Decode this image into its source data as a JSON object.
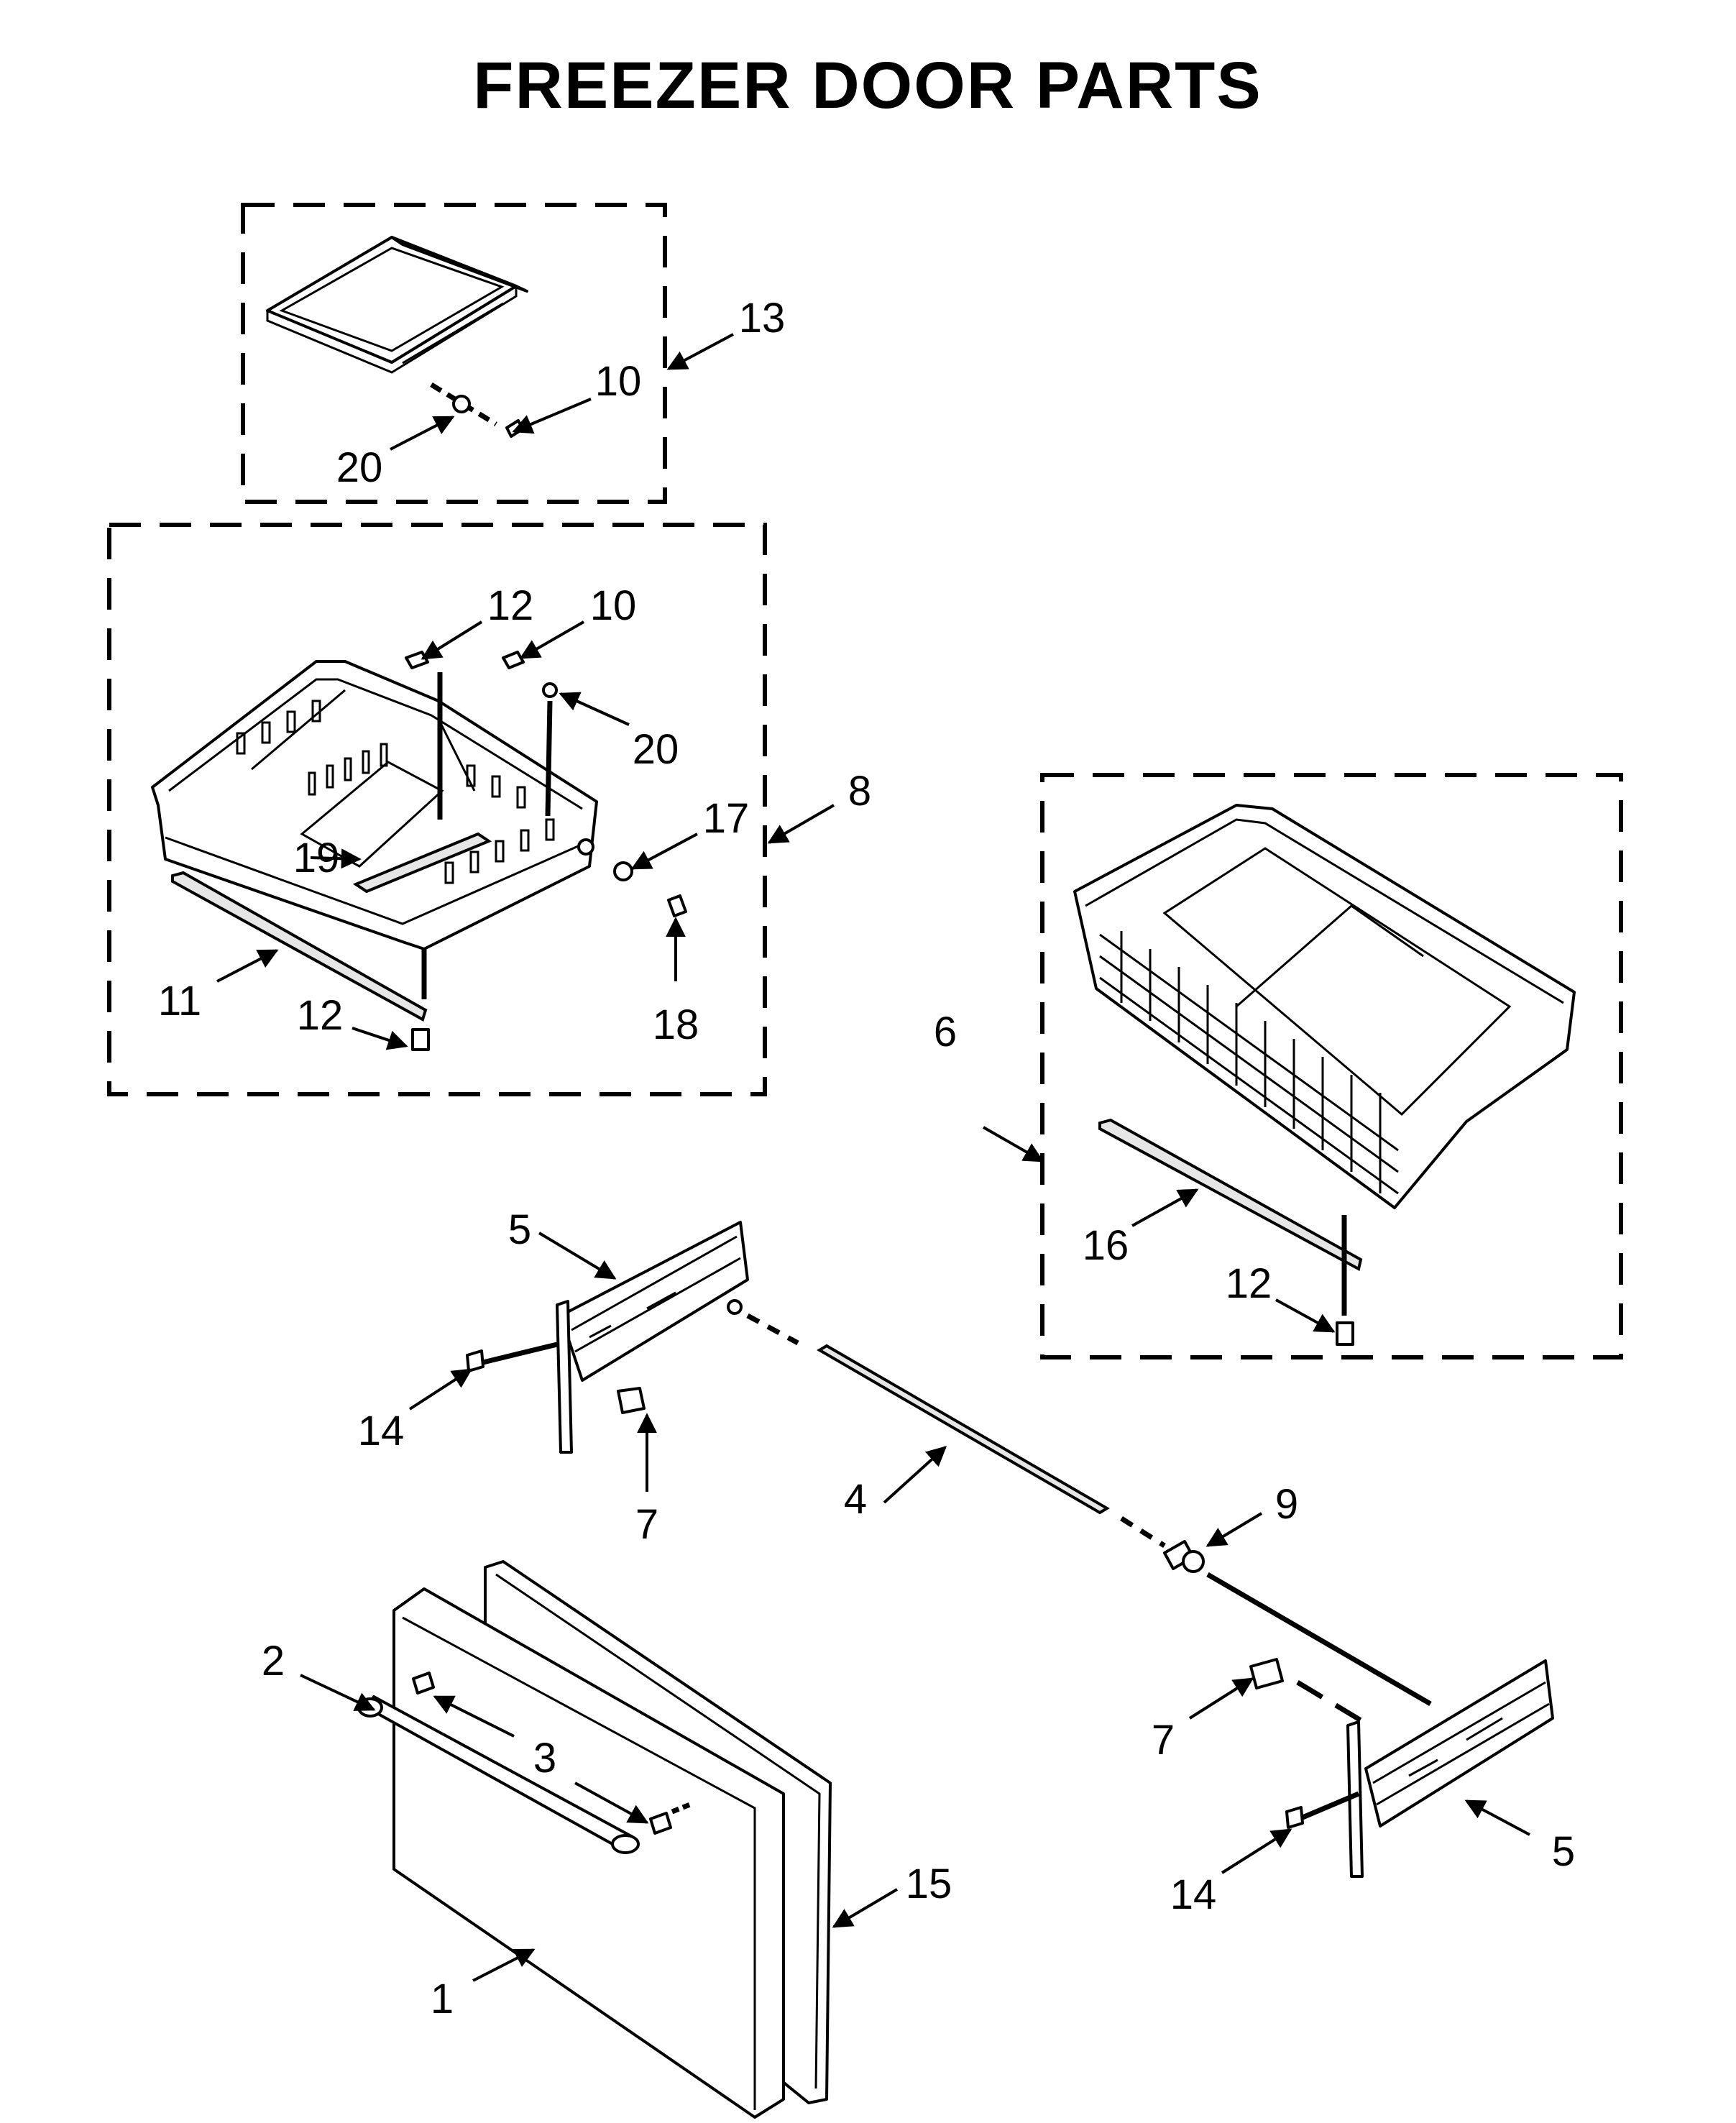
{
  "title": "FREEZER DOOR PARTS",
  "callouts": [
    {
      "id": "c13a",
      "label": "13"
    },
    {
      "id": "c10a",
      "label": "10"
    },
    {
      "id": "c20a",
      "label": "20"
    },
    {
      "id": "c12a",
      "label": "12"
    },
    {
      "id": "c10b",
      "label": "10"
    },
    {
      "id": "c20b",
      "label": "20"
    },
    {
      "id": "c8",
      "label": "8"
    },
    {
      "id": "c17",
      "label": "17"
    },
    {
      "id": "c19",
      "label": "19"
    },
    {
      "id": "c11",
      "label": "11"
    },
    {
      "id": "c12b",
      "label": "12"
    },
    {
      "id": "c18",
      "label": "18"
    },
    {
      "id": "c6",
      "label": "6"
    },
    {
      "id": "c16",
      "label": "16"
    },
    {
      "id": "c12c",
      "label": "12"
    },
    {
      "id": "c5a",
      "label": "5"
    },
    {
      "id": "c14a",
      "label": "14"
    },
    {
      "id": "c7a",
      "label": "7"
    },
    {
      "id": "c4",
      "label": "4"
    },
    {
      "id": "c9",
      "label": "9"
    },
    {
      "id": "c2",
      "label": "2"
    },
    {
      "id": "c3",
      "label": "3"
    },
    {
      "id": "c7b",
      "label": "7"
    },
    {
      "id": "c5b",
      "label": "5"
    },
    {
      "id": "c14b",
      "label": "14"
    },
    {
      "id": "c15",
      "label": "15"
    },
    {
      "id": "c1",
      "label": "1"
    }
  ]
}
